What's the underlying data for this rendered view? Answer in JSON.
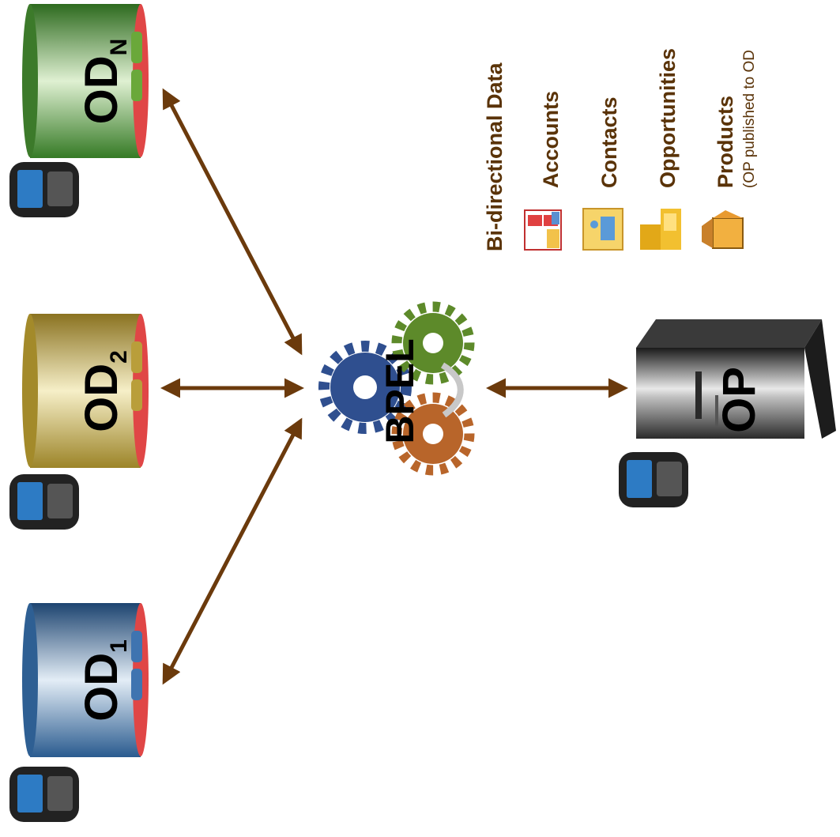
{
  "nodes": {
    "od1": {
      "label": "OD",
      "subscript": "1",
      "color": "#2e5f93"
    },
    "od2": {
      "label": "OD",
      "subscript": "2",
      "color": "#a38a2a"
    },
    "odn": {
      "label": "OD",
      "subscript": "N",
      "color": "#3c7a2a"
    },
    "op": {
      "label": "OP"
    },
    "bpel": {
      "label": "BPEL"
    }
  },
  "legend": {
    "heading": "Bi-directional Data",
    "items": [
      {
        "label": "Accounts",
        "icon": "accounts-icon"
      },
      {
        "label": "Contacts",
        "icon": "contacts-icon"
      },
      {
        "label": "Opportunities",
        "icon": "opportunities-icon"
      },
      {
        "label": "Products",
        "note": "(OP published to OD",
        "icon": "products-icon"
      }
    ]
  },
  "colors": {
    "arrow": "#6b3a0c",
    "legend_text": "#5a3308",
    "gear_blue": "#2f4f8f",
    "gear_green": "#5d8a2a",
    "gear_orange": "#b8652a"
  }
}
